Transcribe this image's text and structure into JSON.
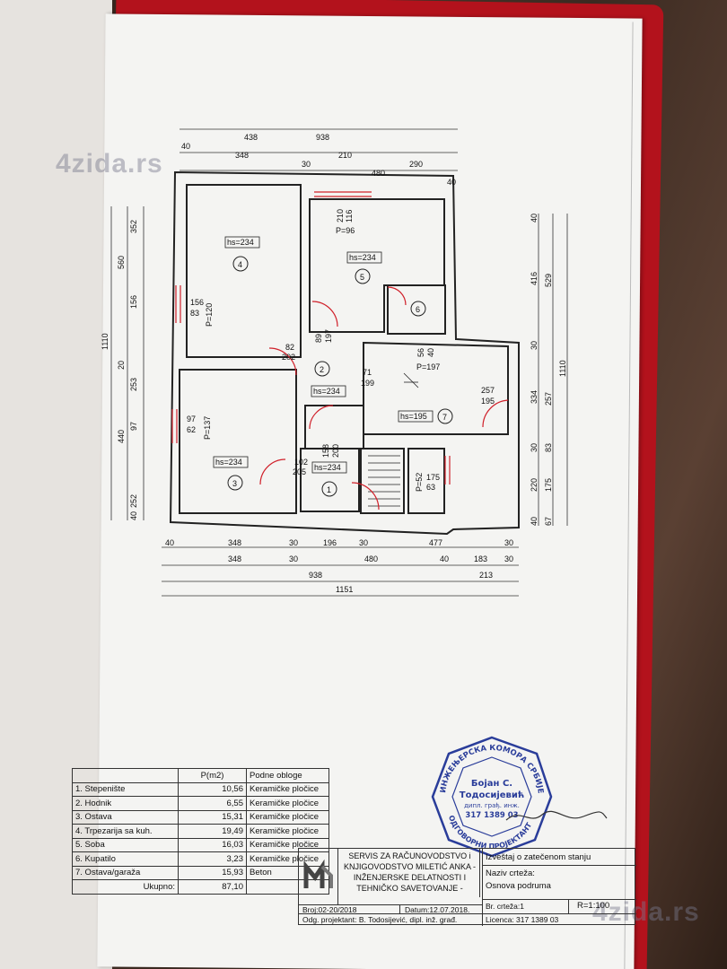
{
  "watermark": {
    "top": "4zida.rs",
    "bottom": "4zida.rs"
  },
  "plan": {
    "dims_top": [
      "438",
      "938",
      "40",
      "348",
      "30",
      "210",
      "290",
      "480",
      "40"
    ],
    "dims_bottom": [
      "40",
      "348",
      "30",
      "196",
      "30",
      "477",
      "30",
      "348",
      "30",
      "480",
      "40",
      "183",
      "30",
      "938",
      "213",
      "1151"
    ],
    "dims_left": [
      "352",
      "560",
      "156",
      "1110",
      "253",
      "20",
      "97",
      "440",
      "252",
      "40"
    ],
    "dims_right": [
      "40",
      "416",
      "529",
      "30",
      "334",
      "257",
      "1110",
      "30",
      "83",
      "220",
      "175",
      "40",
      "67"
    ],
    "labels": {
      "hs4": "hs=234",
      "r4": "4",
      "hs5": "hs=234",
      "r5": "5",
      "r6": "6",
      "hs2": "hs=234",
      "r2": "2",
      "hs7": "hs=195",
      "r7": "7",
      "hs3": "hs=234",
      "r3": "3",
      "hs1": "hs=234",
      "r1": "1",
      "w1a": "156",
      "w1b": "83",
      "w1c": "P=120",
      "w2a": "210",
      "w2b": "116",
      "w2c": "P=96",
      "d1a": "89",
      "d1b": "197",
      "d2a": "82",
      "d2b": "202",
      "d3a": "71",
      "d3b": "199",
      "d4a": "56",
      "d4b": "40",
      "d4c": "P=197",
      "d5a": "257",
      "d5b": "195",
      "w3a": "97",
      "w3b": "62",
      "w3c": "P=137",
      "d6a": "158",
      "d6b": "200",
      "d7a": "102",
      "d7b": "205",
      "w4a": "P=52",
      "w4b": "175",
      "w4c": "63"
    }
  },
  "legend": {
    "header": [
      "",
      "P(m2)",
      "Podne obloge"
    ],
    "rows": [
      [
        "1. Stepenište",
        "10,56",
        "Keramičke pločice"
      ],
      [
        "2. Hodnik",
        "6,55",
        "Keramičke pločice"
      ],
      [
        "3. Ostava",
        "15,31",
        "Keramičke pločice"
      ],
      [
        "4. Trpezarija sa kuh.",
        "19,49",
        "Keramičke pločice"
      ],
      [
        "5. Soba",
        "16,03",
        "Keramičke pločice"
      ],
      [
        "6. Kupatilo",
        "3,23",
        "Keramičke pločice"
      ],
      [
        "7. Ostava/garaža",
        "15,93",
        "Beton"
      ]
    ],
    "total_label": "Ukupno:",
    "total_value": "87,10"
  },
  "title_block": {
    "company": "SERVIS ZA RAČUNOVODSTVO i KNJIGOVODSTVO MILETIĆ ANKA - INŽENJERSKE DELATNOSTI I TEHNIČKO SAVETOVANJE -",
    "report": "Izveštaj o zatečenom stanju",
    "drawing_name_label": "Naziv crteža:",
    "drawing_name": "Osnova podruma",
    "number": "Broj:02-20/2018",
    "date": "Datum:12.07.2018.",
    "sheet_no": "Br. crteža:1",
    "scale": "R=1:100",
    "designer": "Odg. projektant: B. Todosijević, dipl. inž. građ.",
    "license": "Licenca: 317 1389 03"
  },
  "stamp": {
    "ring_top": "ИНЖЕЊЕРСКА КОМОРА СРБИЈЕ",
    "ring_bottom": "ОДГОВОРНИ ПРОЈЕКТАНТ",
    "name1": "Бојан С.",
    "name2": "Тодосијевић",
    "title": "дипл. грађ. инж.",
    "number": "317 1389 03"
  },
  "colors": {
    "folder": "#b3121c",
    "paper": "#f4f4f2",
    "stamp": "#2a3d9a",
    "wall": "#2b2b2b",
    "door": "#d0202a"
  }
}
